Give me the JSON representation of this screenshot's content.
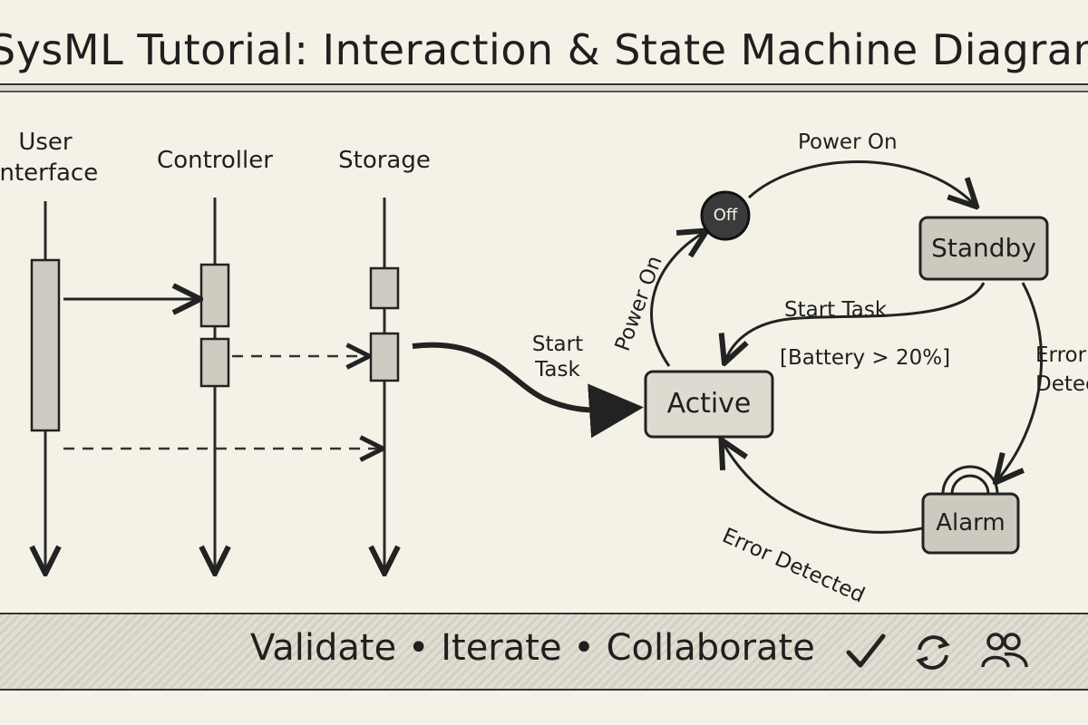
{
  "title": "SysML Tutorial: Interaction & State Machine Diagrams",
  "sequence": {
    "lifelines": [
      "User Interface",
      "Controller",
      "Storage"
    ]
  },
  "state_machine": {
    "states": [
      "Off",
      "Standby",
      "Active",
      "Alarm"
    ],
    "transitions": {
      "off_to_standby": "Power On",
      "active_to_off": "Power On",
      "standby_to_active": "Start Task",
      "standby_to_active_guard": "[Battery > 20%]",
      "seq_to_active": "Start Task",
      "standby_to_alarm": "Error Detected",
      "alarm_to_active": "Error Detected"
    }
  },
  "footer": {
    "text": "Validate • Iterate • Collaborate",
    "icons": [
      "checkmark-icon",
      "refresh-icon",
      "users-icon"
    ]
  }
}
